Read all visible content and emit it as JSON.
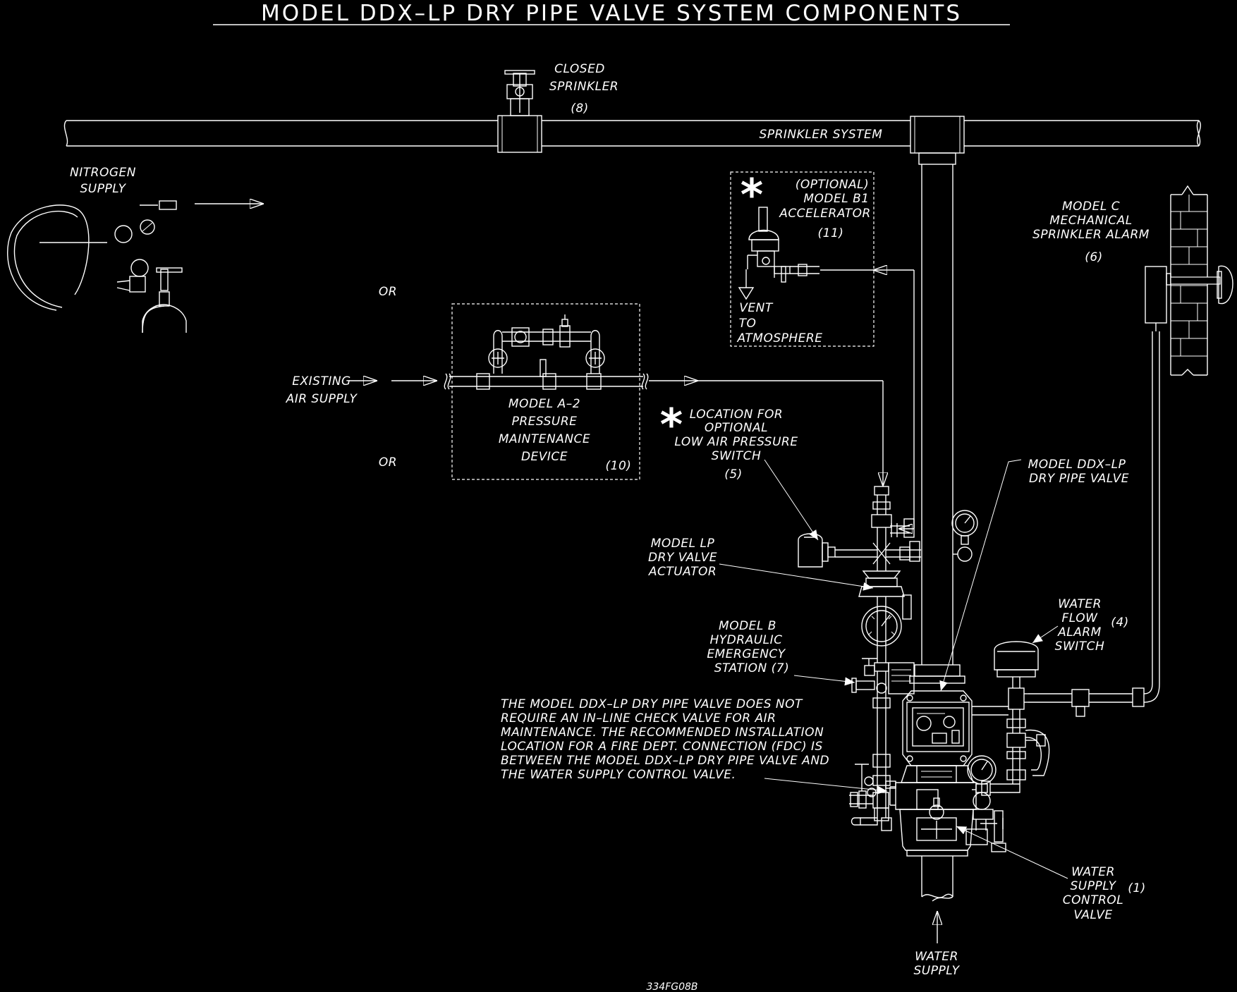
{
  "title": "MODEL DDX–LP DRY PIPE VALVE SYSTEM COMPONENTS",
  "drawing_number": "334FG08B",
  "labels": {
    "closed_sprinkler": [
      "CLOSED",
      "SPRINKLER",
      "(8)"
    ],
    "sprinkler_system": "SPRINKLER SYSTEM",
    "nitrogen_supply": [
      "NITROGEN",
      "SUPPLY"
    ],
    "or_upper": "OR",
    "or_lower": "OR",
    "existing_air_supply": [
      "EXISTING",
      "AIR SUPPLY"
    ],
    "pressure_maintenance": [
      "MODEL A–2",
      "PRESSURE",
      "MAINTENANCE",
      "DEVICE",
      "(10)"
    ],
    "accelerator": [
      "(OPTIONAL)",
      "MODEL B1",
      "ACCELERATOR",
      "(11)"
    ],
    "vent": [
      "VENT",
      "TO",
      "ATMOSPHERE"
    ],
    "low_air_switch": [
      "LOCATION FOR",
      "OPTIONAL",
      "LOW AIR PRESSURE",
      "SWITCH",
      "(5)"
    ],
    "mechanical_alarm": [
      "MODEL C",
      "MECHANICAL",
      "SPRINKLER ALARM",
      "(6)"
    ],
    "ddx_valve": [
      "MODEL DDX–LP",
      "DRY PIPE VALVE"
    ],
    "actuator": [
      "MODEL LP",
      "DRY VALVE",
      "ACTUATOR"
    ],
    "water_flow_switch": [
      "WATER",
      "FLOW",
      "ALARM",
      "SWITCH",
      "(4)"
    ],
    "emergency_station": [
      "MODEL B",
      "HYDRAULIC",
      "EMERGENCY",
      "STATION (7)"
    ],
    "control_valve": [
      "WATER",
      "SUPPLY",
      "CONTROL",
      "VALVE",
      "(1)"
    ],
    "water_supply": [
      "WATER",
      "SUPPLY"
    ],
    "asterisk": "*"
  },
  "note": [
    "THE MODEL DDX–LP DRY PIPE VALVE DOES NOT",
    "REQUIRE AN IN–LINE CHECK VALVE FOR AIR",
    "MAINTENANCE.   THE RECOMMENDED INSTALLATION",
    "LOCATION FOR A FIRE DEPT. CONNECTION (FDC) IS",
    "BETWEEN THE MODEL DDX–LP DRY PIPE VALVE AND",
    "THE WATER SUPPLY CONTROL VALVE."
  ],
  "colors": {
    "background": "#000000",
    "line": "#ffffff"
  },
  "icons": [
    "closed-sprinkler-icon",
    "nitrogen-cylinder-icon",
    "pressure-gauge-icon",
    "accelerator-icon",
    "alarm-bell-icon",
    "flow-switch-icon",
    "dry-pipe-valve-icon",
    "control-valve-icon"
  ]
}
